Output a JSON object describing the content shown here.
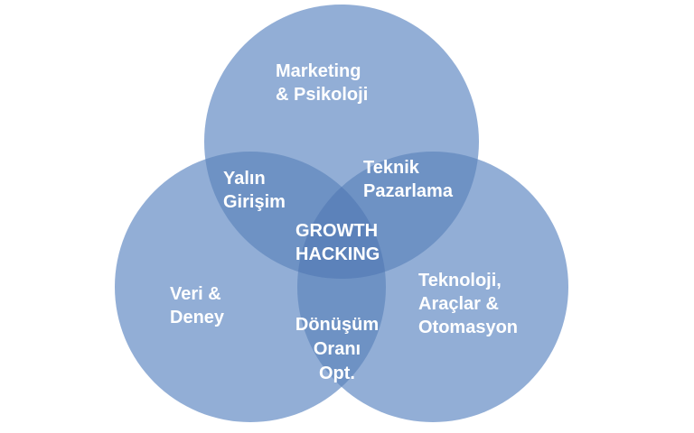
{
  "diagram": {
    "type": "venn",
    "center_label": {
      "lines": [
        "GROWTH",
        "HACKING"
      ]
    },
    "circles": [
      {
        "name": "marketing-psikoloji",
        "lines": [
          "Marketing",
          "& Psikoloji"
        ]
      },
      {
        "name": "veri-deney",
        "lines": [
          "Veri &",
          "Deney"
        ]
      },
      {
        "name": "teknoloji-araclar-otomasyon",
        "lines": [
          "Teknoloji,",
          "Araçlar &",
          "Otomasyon"
        ]
      }
    ],
    "overlaps": [
      {
        "name": "yalin-girisim",
        "between": [
          "marketing-psikoloji",
          "veri-deney"
        ],
        "lines": [
          "Yalın",
          "Girişim"
        ]
      },
      {
        "name": "teknik-pazarlama",
        "between": [
          "marketing-psikoloji",
          "teknoloji-araclar-otomasyon"
        ],
        "lines": [
          "Teknik",
          "Pazarlama"
        ]
      },
      {
        "name": "donusum-orani-opt",
        "between": [
          "veri-deney",
          "teknoloji-araclar-otomasyon"
        ],
        "lines": [
          "Dönüşüm",
          "Oranı",
          "Opt."
        ]
      }
    ],
    "colors": {
      "circle": "#92AED6",
      "overlap_two": "#6E92C4",
      "overlap_three": "#5C82BA",
      "text": "#FFFFFF",
      "background": "#FFFFFF"
    }
  }
}
